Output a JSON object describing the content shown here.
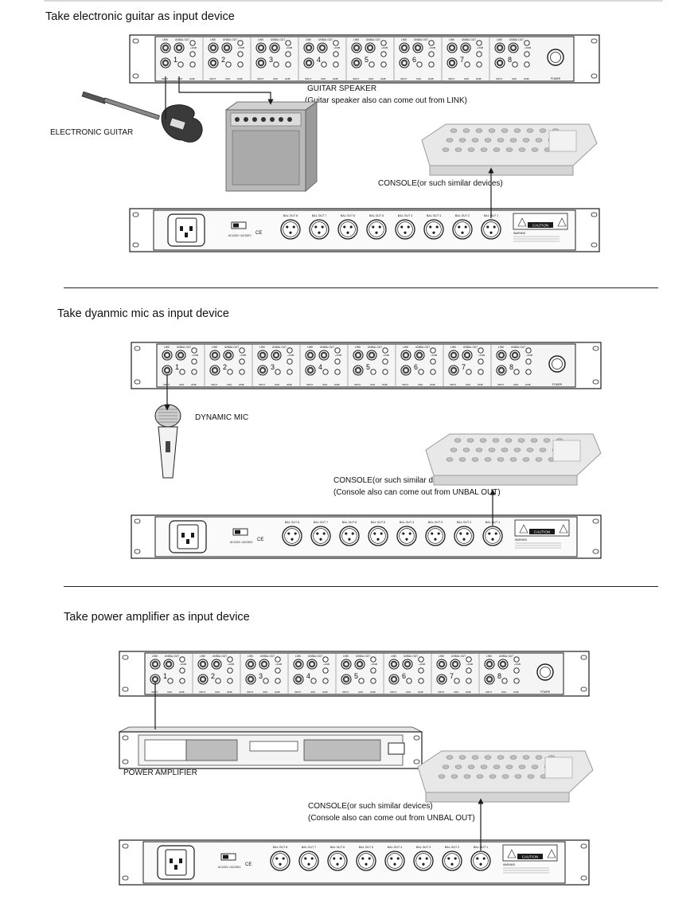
{
  "sections": [
    {
      "title": "Take electronic guitar as input device",
      "labels": {
        "speaker": "GUITAR SPEAKER",
        "speaker_note": "(Guitar speaker also can come out from LINK)",
        "guitar": "ELECTRONIC GUITAR",
        "console": "CONSOLE(or such similar devices)"
      }
    },
    {
      "title": "Take dyanmic mic as input device",
      "labels": {
        "mic": "DYNAMIC MIC",
        "console": "CONSOLE(or such similar devices)",
        "console_note": "(Console also can come out from UNBAL OUT)"
      }
    },
    {
      "title": "Take power amplifier as input device",
      "labels": {
        "amp": "POWER AMPLIFIER",
        "console": "CONSOLE(or such similar devices)",
        "console_note": "(Console also can come out from UNBAL OUT)"
      }
    }
  ],
  "front_panel": {
    "channels": [
      "1",
      "2",
      "3",
      "4",
      "5",
      "6",
      "7",
      "8"
    ],
    "jack_labels": [
      "LINK",
      "UNBAL OUT"
    ],
    "bottom_labels": [
      "INPUT",
      "GND",
      "20dB"
    ],
    "side_label": "+20dB",
    "power_label": "POWER"
  },
  "rear_panel": {
    "outputs": [
      "BAL OUT 8",
      "BAL OUT 7",
      "BAL OUT 6",
      "BAL OUT 5",
      "BAL OUT 4",
      "BAL OUT 3",
      "BAL OUT 2",
      "BAL OUT 1"
    ],
    "voltage_label": "AC115V / AC230V",
    "caution": "CAUTION",
    "warning": "WARNING"
  },
  "colors": {
    "line": "#1a1a1a",
    "panel": "#f5f5f5",
    "device_gray": "#bdbdbd"
  }
}
